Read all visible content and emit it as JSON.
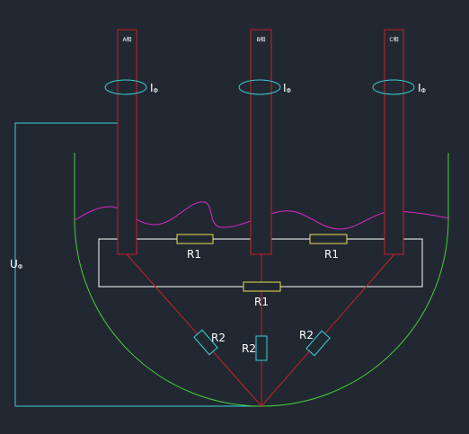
{
  "colors": {
    "background": "#222831",
    "electrode": "#c8202a",
    "lead": "#37d0d8",
    "vessel": "#44d038",
    "melt_surface": "#d828c8",
    "resistor_r1": "#e8e050",
    "resistor_r2": "#37d0d8",
    "circuit": "#ffffff",
    "current_path": "#c8202a"
  },
  "electrodes": [
    {
      "id": "a",
      "label": "A相",
      "current_symbol": "I",
      "current_sub": "Φ"
    },
    {
      "id": "b",
      "label": "B相",
      "current_symbol": "I",
      "current_sub": "Φ"
    },
    {
      "id": "c",
      "label": "C相",
      "current_symbol": "I",
      "current_sub": "Φ"
    }
  ],
  "voltage": {
    "symbol": "U",
    "sub": "Φ"
  },
  "resistors": {
    "r1_label": "R1",
    "r2_label": "R2"
  }
}
